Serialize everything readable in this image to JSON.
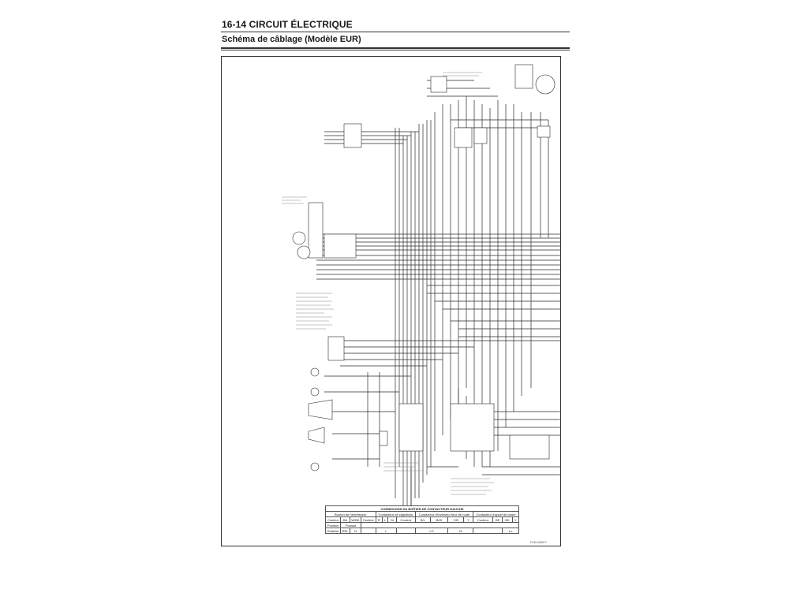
{
  "header": {
    "section_title": "16-14 CIRCUIT ÉLECTRIQUE",
    "subtitle": "Schéma de câblage (Modèle EUR)"
  },
  "colors": {
    "rule": "#333333",
    "wire": "#2a2a2a",
    "wire_light": "#6a6a6a",
    "background": "#ffffff"
  },
  "connector_table": {
    "title": "CONNEXIONS DU BOÎTIER DE CONTACTEUR GAUCHE",
    "group_headers": [
      "Bouton de l'avertisseur",
      "Contacteur de clignotant",
      "Contacteur d'inverseur feux de route",
      "Contacteur d'appel de phare"
    ],
    "code_row": [
      "Couleur",
      "BA",
      "W/BK",
      "Couleur",
      "R",
      "L",
      "Gr",
      "Couleur",
      "B/L",
      "B/W",
      "Y/B",
      "Y",
      "Couleur",
      "BE",
      "BK",
      "Y"
    ],
    "position_row": [
      "Position",
      "Poussé",
      "Relâché"
    ],
    "position_row2": [
      "REL",
      "N",
      "L",
      "LO",
      "HI",
      "Lo"
    ]
  },
  "part_code": "F16-0499 P"
}
